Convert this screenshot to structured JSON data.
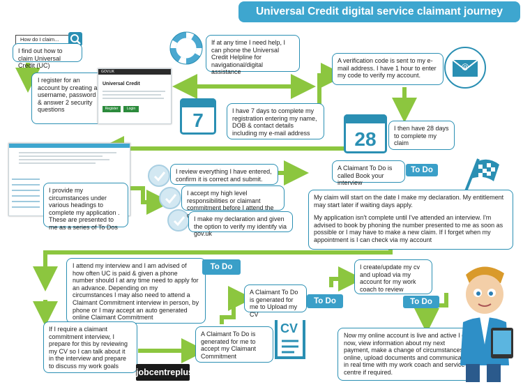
{
  "title": "Universal Credit digital service claimant journey",
  "search": {
    "placeholder": "How do I claim..."
  },
  "steps": {
    "find_out": "I find out how to claim Universal Credit (UC)",
    "register": "I register for an account by creating a username, password & answer 2 security questions",
    "helpline": "If at any time I need help, I can phone the Universal Credit Helpline for navigational/digital assistance",
    "seven_days": "I have 7 days to complete my registration entering my name, DOB & contact details including my e-mail address",
    "verification": "A verification code is sent to my e-mail address. I have 1 hour to enter my code to verify my account.",
    "twentyeight_days": "I then have 28 days to complete my claim",
    "provide": "I provide my circumstances under various headings to complete my application . These are presented to me as a series of To Dos",
    "review": "I review everything I have entered, confirm it is correct and submit.",
    "accept": "I accept my high level responsibilities or claimant commitment before I attend the office.",
    "declaration": "I make my declaration and given the option to verify my identify via gov.uk",
    "book_interview": "A Claimant To Do is called Book your interview",
    "claim_start_1": "My claim will start on the date I make my declaration. My entitlement may start later if waiting days apply.",
    "claim_start_2": "My application isn't complete until I've attended an interview. I'm advised to book by phoning the number presented to me as soon as possible or I may have to make a new claim. If I forget when my appointment is I can check via my account",
    "attend": "I attend my interview and I am advised of how often UC is paid & given a phone number should I at any time need to apply for an advance. Depending on my circumstances I may also need to attend a Claimant Commitment interview in person, by phone or I may accept an auto generated online Claimant Commitment",
    "prepare": "If I require a claimant commitment interview, I prepare for this by reviewing my CV so I can talk about it in the interview and prepare to discuss my work goals",
    "accept_commitment": "A Claimant To Do is generated for me to accept my Claimant Commitment",
    "upload_cv": "A Claimant To Do is generated for me to Upload my CV",
    "update_cv": "I create/update my cv and upload via my account for my work coach to review",
    "live": "Now my online account is live and active I can now, view information about my next payment, make a change of circumstances online, upload documents and communicate in real time with my work coach and service centre if required."
  },
  "todo_label": "To Do",
  "calendar": {
    "seven": "7",
    "twentyeight": "28"
  },
  "cv_label": "CV",
  "jobcentre": "jobcentreplus",
  "screens": {
    "govuk": "GOV.UK",
    "service": "Universal Credit",
    "register_btn": "Register",
    "login_btn": "Login"
  },
  "colors": {
    "accent": "#2a8fb3",
    "arrow": "#8cc63f",
    "header": "#3ea6cf"
  }
}
